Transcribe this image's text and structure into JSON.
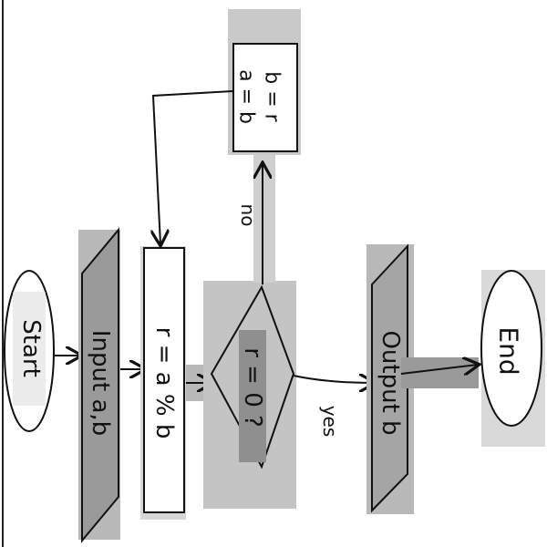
{
  "diagram": {
    "nodes": {
      "start": {
        "text": "Start"
      },
      "input": {
        "text": "Input a,b"
      },
      "process": {
        "text": "r = a % b"
      },
      "decision": {
        "text": "r = 0 ?"
      },
      "assign": {
        "line1": "a = b",
        "line2": "b = r"
      },
      "output": {
        "text": "Output b"
      },
      "end": {
        "text": "End"
      }
    },
    "edges": {
      "decision_to_output": "yes",
      "decision_to_assign": "no"
    }
  },
  "colors": {
    "highlight": "#b9b9b9",
    "highlight_dark": "#8f8f8f",
    "ink": "#111111",
    "paper": "#ffffff"
  }
}
